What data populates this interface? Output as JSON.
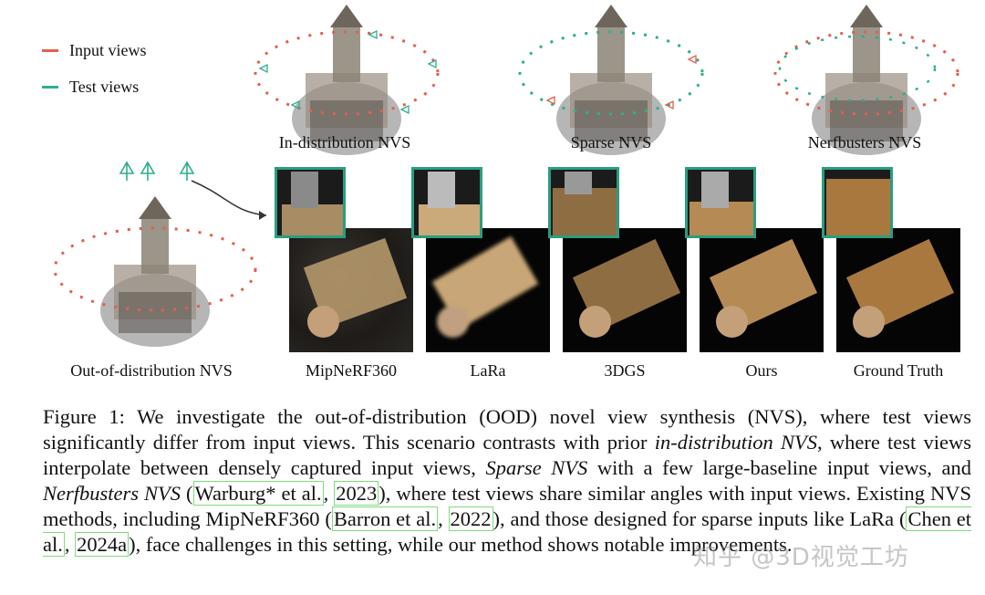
{
  "legend": {
    "input_label": "Input views",
    "test_label": "Test views",
    "input_color": "#e0604f",
    "test_color": "#2fae8e"
  },
  "settings": [
    {
      "label": "In-distribution NVS"
    },
    {
      "label": "Sparse NVS"
    },
    {
      "label": "Nerfbusters NVS"
    },
    {
      "label": "Out-of-distribution NVS"
    }
  ],
  "methods": [
    {
      "label": "MipNeRF360"
    },
    {
      "label": "LaRa"
    },
    {
      "label": "3DGS"
    },
    {
      "label": "Ours"
    },
    {
      "label": "Ground Truth"
    }
  ],
  "caption": {
    "p1": "Figure 1: We investigate the out-of-distribution (OOD) novel view synthesis (NVS), where test views significantly differ from input views. This scenario contrasts with prior ",
    "em1": "in-distribution NVS",
    "p2": ", where test views interpolate between densely captured input views, ",
    "em2": "Sparse NVS",
    "p3": " with a few large-baseline input views, and ",
    "em3": "Nerfbusters NVS",
    "p4": " (",
    "cite1a": "Warburg* et al.",
    "cite1b": "2023",
    "p5": "), where test views share similar angles with input views. Existing NVS methods, including MipNeRF360 (",
    "cite2a": "Barron et al.",
    "cite2b": "2022",
    "p6": "), and those designed for sparse inputs like LaRa (",
    "cite3a": "Chen et al.",
    "cite3b": "2024a",
    "p7": "), face challenges in this setting, while our method shows notable improvements."
  },
  "watermark": "知乎 @3D视觉工坊"
}
